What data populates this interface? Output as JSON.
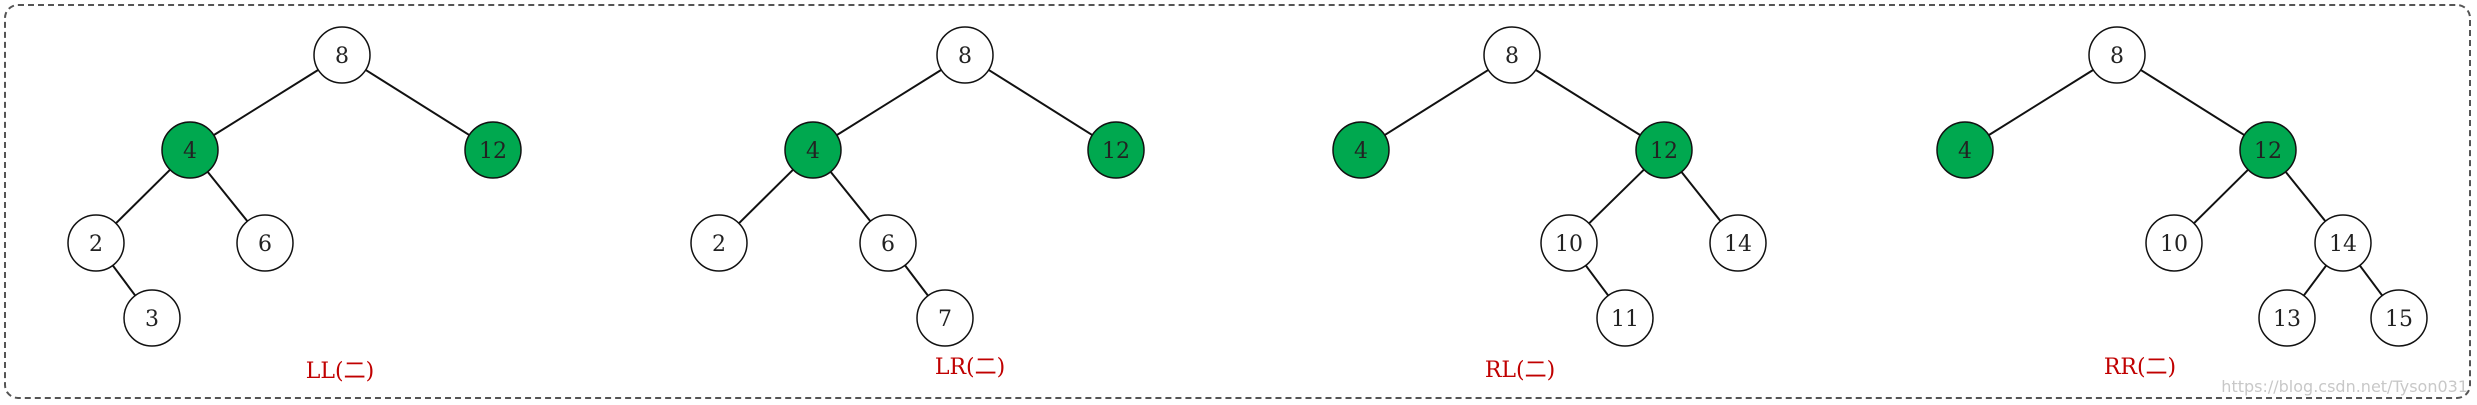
{
  "colors": {
    "highlight_fill": "#00a84f",
    "normal_fill": "#ffffff",
    "stroke": "#111111",
    "caption": "#c00000",
    "frame": "#555555"
  },
  "diagrams": [
    {
      "caption": "LL(二)",
      "nodes": [
        {
          "id": "n8",
          "label": "8",
          "highlight": false
        },
        {
          "id": "n4",
          "label": "4",
          "highlight": true
        },
        {
          "id": "n12",
          "label": "12",
          "highlight": true
        },
        {
          "id": "n2",
          "label": "2",
          "highlight": false
        },
        {
          "id": "n6",
          "label": "6",
          "highlight": false
        },
        {
          "id": "n3",
          "label": "3",
          "highlight": false
        }
      ],
      "edges": [
        [
          "n8",
          "n4"
        ],
        [
          "n8",
          "n12"
        ],
        [
          "n4",
          "n2"
        ],
        [
          "n4",
          "n6"
        ],
        [
          "n2",
          "n3"
        ]
      ]
    },
    {
      "caption": "LR(二)",
      "nodes": [
        {
          "id": "n8",
          "label": "8",
          "highlight": false
        },
        {
          "id": "n4",
          "label": "4",
          "highlight": true
        },
        {
          "id": "n12",
          "label": "12",
          "highlight": true
        },
        {
          "id": "n2",
          "label": "2",
          "highlight": false
        },
        {
          "id": "n6",
          "label": "6",
          "highlight": false
        },
        {
          "id": "n7",
          "label": "7",
          "highlight": false
        }
      ],
      "edges": [
        [
          "n8",
          "n4"
        ],
        [
          "n8",
          "n12"
        ],
        [
          "n4",
          "n2"
        ],
        [
          "n4",
          "n6"
        ],
        [
          "n6",
          "n7"
        ]
      ]
    },
    {
      "caption": "RL(二)",
      "nodes": [
        {
          "id": "n8",
          "label": "8",
          "highlight": false
        },
        {
          "id": "n4",
          "label": "4",
          "highlight": true
        },
        {
          "id": "n12",
          "label": "12",
          "highlight": true
        },
        {
          "id": "n10",
          "label": "10",
          "highlight": false
        },
        {
          "id": "n14",
          "label": "14",
          "highlight": false
        },
        {
          "id": "n11",
          "label": "11",
          "highlight": false
        }
      ],
      "edges": [
        [
          "n8",
          "n4"
        ],
        [
          "n8",
          "n12"
        ],
        [
          "n12",
          "n10"
        ],
        [
          "n12",
          "n14"
        ],
        [
          "n10",
          "n11"
        ]
      ]
    },
    {
      "caption": "RR(二)",
      "nodes": [
        {
          "id": "n8",
          "label": "8",
          "highlight": false
        },
        {
          "id": "n4",
          "label": "4",
          "highlight": true
        },
        {
          "id": "n12",
          "label": "12",
          "highlight": true
        },
        {
          "id": "n10",
          "label": "10",
          "highlight": false
        },
        {
          "id": "n14",
          "label": "14",
          "highlight": false
        },
        {
          "id": "n13",
          "label": "13",
          "highlight": false
        },
        {
          "id": "n15",
          "label": "15",
          "highlight": false
        }
      ],
      "edges": [
        [
          "n8",
          "n4"
        ],
        [
          "n8",
          "n12"
        ],
        [
          "n12",
          "n10"
        ],
        [
          "n12",
          "n14"
        ],
        [
          "n14",
          "n13"
        ],
        [
          "n14",
          "n15"
        ]
      ]
    }
  ],
  "watermark": "https://blog.csdn.net/Tyson031"
}
